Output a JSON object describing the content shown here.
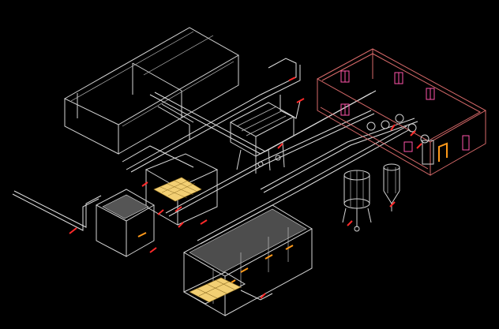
{
  "colors": {
    "background": "#000000",
    "linework": "#d4d4d4",
    "building": "#d86a6a",
    "valve_markers": "#ff2a2a",
    "flow_arrows": "#ff9a1a",
    "aerator_pads": "#f2cf73",
    "windows": "#ff55aa"
  },
  "elements": [
    "storage-tank",
    "pipe-rack",
    "equipment-building",
    "blower-unit",
    "sedimentation-tank",
    "aerated-grid-tank",
    "aeration-basin",
    "settling-pad",
    "filter-tower",
    "bag-filter"
  ]
}
